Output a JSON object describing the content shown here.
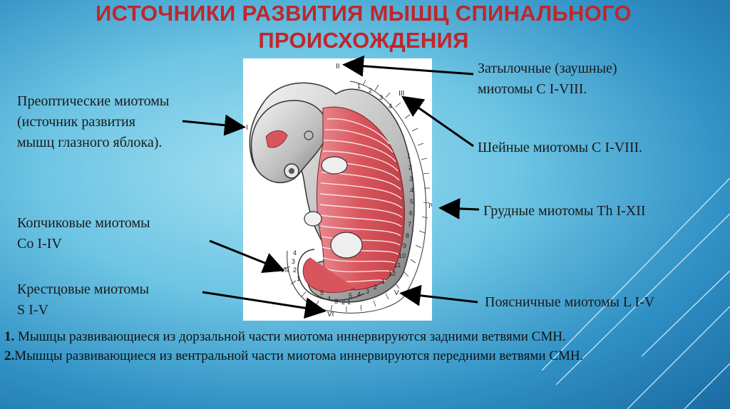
{
  "title_line1": "ИСТОЧНИКИ РАЗВИТИЯ МЫШЦ СПИНАЛЬНОГО",
  "title_line2": "ПРОИСХОЖДЕНИЯ",
  "labels": {
    "preoptic_1": "Преоптические миотомы",
    "preoptic_2": "(источник развития",
    "preoptic_3": "мышц глазного яблока).",
    "occipital_1": "Затылочные (заушные)",
    "occipital_2": "миотомы С I-VIII.",
    "cervical": "Шейные миотомы С I-VIII.",
    "thoracic": "Грудные миотомы Th I-XII",
    "coccygeal_1": "Копчиковые миотомы",
    "coccygeal_2": "Co I-IV",
    "sacral_1": "Крестцовые миотомы",
    "sacral_2": "S I-V",
    "lumbar": "Поясничные миотомы L I-V"
  },
  "figure_marks": {
    "roman": [
      "I",
      "II",
      "III",
      "IV",
      "V",
      "VI",
      "VII"
    ],
    "occipital_numbers": [
      "1",
      "2",
      "3",
      "4"
    ],
    "thoracic_numbers": [
      "1",
      "2",
      "3",
      "4",
      "5",
      "6",
      "7",
      "8",
      "9",
      "10",
      "11",
      "12"
    ],
    "lumbar_numbers": [
      "1",
      "2",
      "3",
      "4",
      "5"
    ],
    "sacral_numbers": [
      "5",
      "4",
      "3",
      "2",
      "1"
    ],
    "coccygeal_numbers": [
      "4",
      "3",
      "2",
      "1"
    ]
  },
  "notes": {
    "n1_num": "1.",
    "n1_text": " Мышцы развивающиеся из дорзальной части миотома иннервируются задними ветвями СМН.",
    "n2_num": "2.",
    "n2_text": "Мышцы развивающиеся из вентральной части миотома  иннервируются передними ветвями СМН."
  },
  "colors": {
    "title": "#c0262b",
    "muscle": "#d9555c",
    "background_mid": "#6cc4e3",
    "background_edge": "#1a6aa3"
  }
}
